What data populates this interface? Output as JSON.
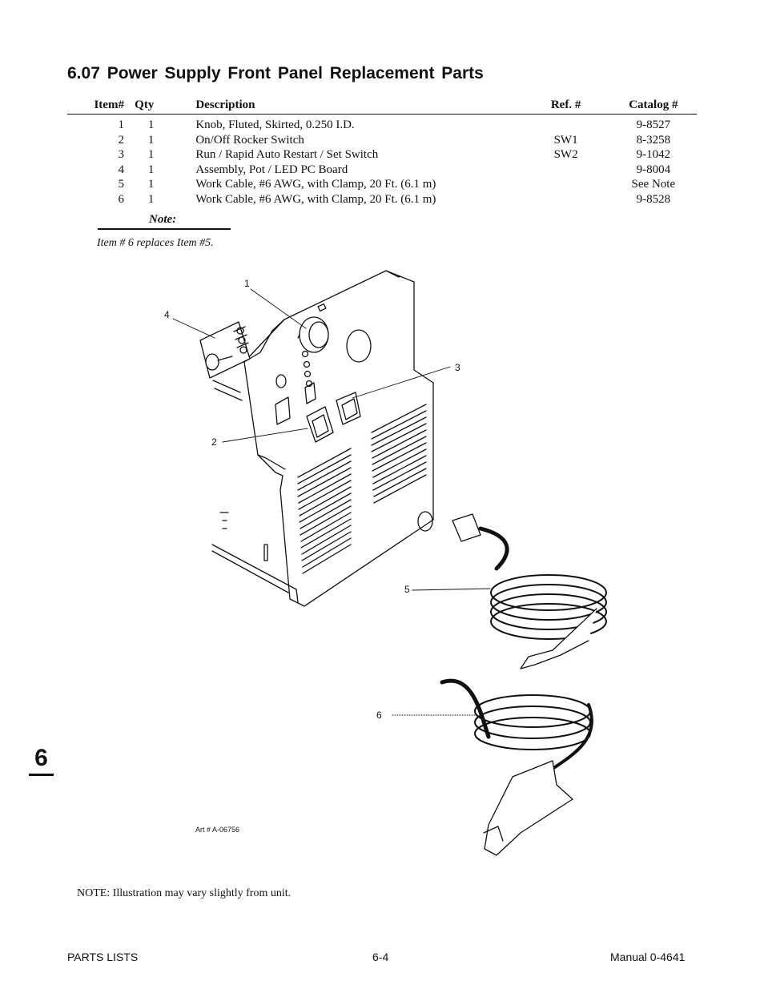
{
  "section": {
    "heading": "6.07   Power Supply Front Panel Replacement Parts",
    "tab_number": "6"
  },
  "table": {
    "headers": {
      "item": "Item#",
      "qty": "Qty",
      "description": "Description",
      "ref": "Ref. #",
      "catalog": "Catalog #"
    },
    "rows": [
      {
        "item": "1",
        "qty": "1",
        "description": "Knob, Fluted, Skirted, 0.250 I.D.",
        "ref": "",
        "catalog": "9-8527"
      },
      {
        "item": "2",
        "qty": "1",
        "description": "On/Off Rocker Switch",
        "ref": "SW1",
        "catalog": "8-3258"
      },
      {
        "item": "3",
        "qty": "1",
        "description": "Run / Rapid Auto Restart / Set Switch",
        "ref": "SW2",
        "catalog": "9-1042"
      },
      {
        "item": "4",
        "qty": "1",
        "description": "Assembly, Pot / LED PC Board",
        "ref": "",
        "catalog": "9-8004"
      },
      {
        "item": "5",
        "qty": "1",
        "description": "Work Cable, #6 AWG,  with  Clamp, 20 Ft. (6.1 m)",
        "ref": "",
        "catalog": "See Note"
      },
      {
        "item": "6",
        "qty": "1",
        "description": "Work Cable, #6 AWG,  with  Clamp, 20 Ft. (6.1 m)",
        "ref": "",
        "catalog": "9-8528"
      }
    ]
  },
  "note": {
    "label": "Note:",
    "text": "Item # 6 replaces Item #5."
  },
  "figure": {
    "callouts": [
      "1",
      "2",
      "3",
      "4",
      "5",
      "6"
    ],
    "art_number": "Art # A-06756",
    "caption": "NOTE: Illustration may vary slightly from unit."
  },
  "footer": {
    "left": "PARTS LISTS",
    "center": "6-4",
    "right": "Manual 0-4641"
  }
}
